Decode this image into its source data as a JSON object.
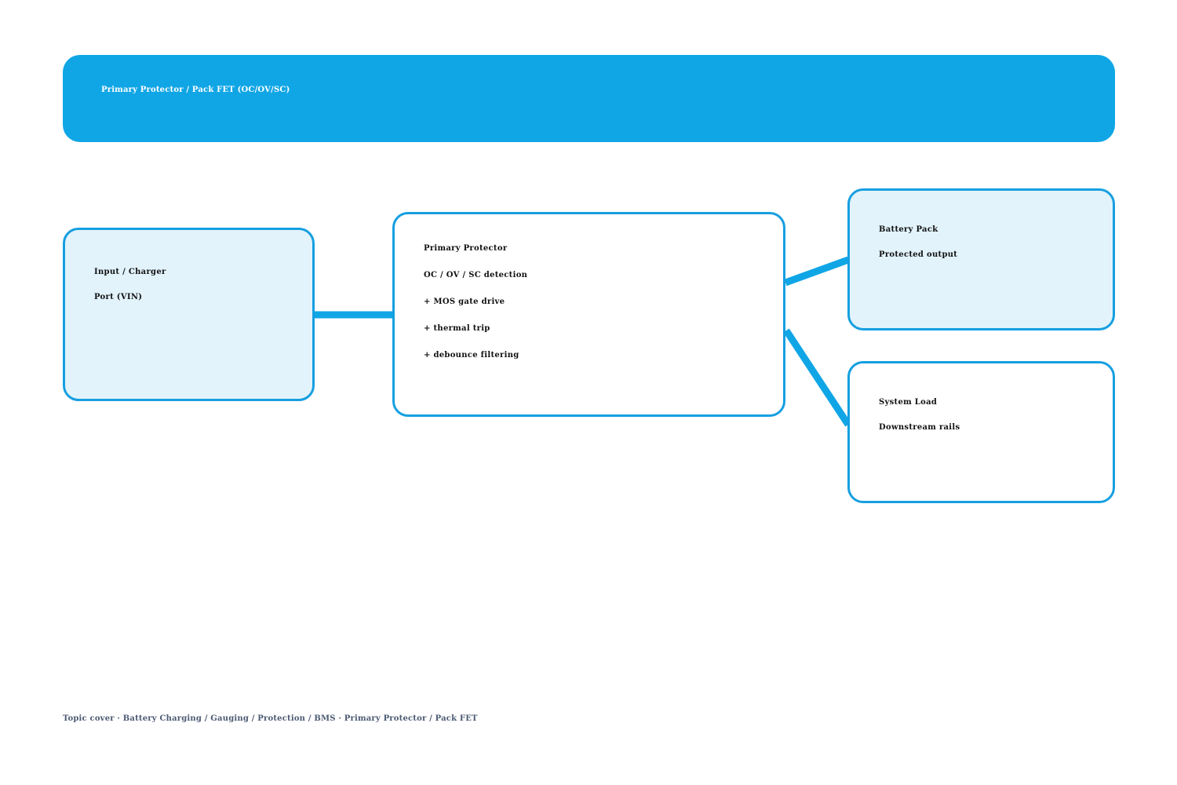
{
  "header": {
    "title": "Primary Protector / Pack FET (OC/OV/SC)"
  },
  "nodes": {
    "input": {
      "lines": [
        "Input / Charger",
        "Port (VIN)"
      ]
    },
    "protector": {
      "lines": [
        "Primary Protector",
        "OC / OV / SC detection",
        "+ MOS gate drive",
        "+ thermal trip",
        "+ debounce filtering"
      ]
    },
    "battery": {
      "lines": [
        "Battery Pack",
        "Protected output"
      ]
    },
    "load": {
      "lines": [
        "System Load",
        "Downstream rails"
      ]
    }
  },
  "colors": {
    "accent": "#10a6e6",
    "border": "#169fe0",
    "node_fill": "#e2f3fb",
    "footer_text": "#4b5a73"
  },
  "footer": {
    "caption": "Topic cover · Battery Charging / Gauging / Protection / BMS · Primary Protector / Pack FET"
  }
}
